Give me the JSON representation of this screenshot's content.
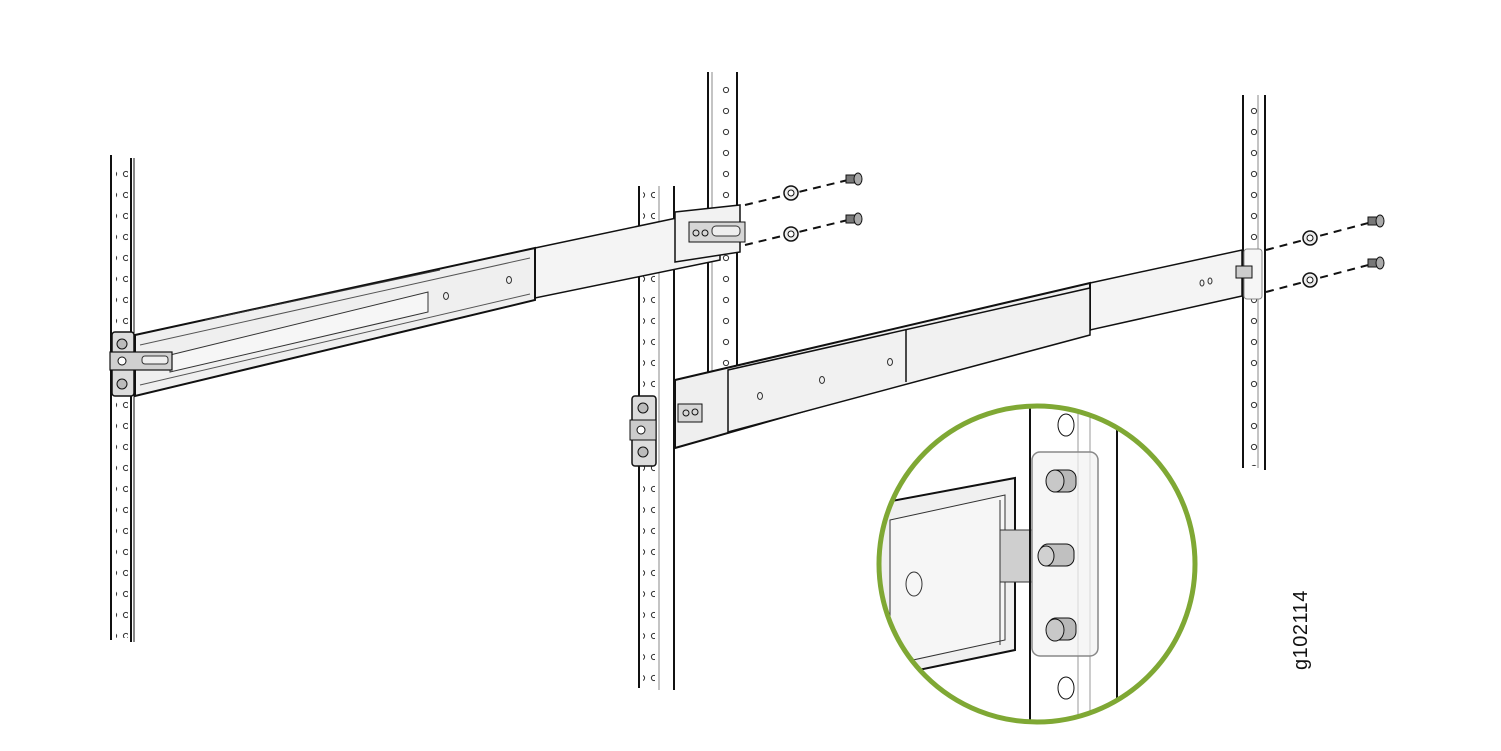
{
  "figure": {
    "id_label": "g102114",
    "subject": "Rack rail kit installation on four-post rack",
    "accent_color": "#7fa834",
    "line_color": "#111111",
    "fill_light": "#f2f2f2",
    "fill_mid": "#d9d9d9"
  },
  "components": {
    "posts": [
      "left-front-post",
      "center-front-post",
      "center-rear-post",
      "right-rear-post"
    ],
    "rails": [
      "left-rail-assembly",
      "right-rail-assembly"
    ],
    "hardware": [
      "screw",
      "washer",
      "screw",
      "washer",
      "screw",
      "washer",
      "screw",
      "washer"
    ],
    "callout": "detail-magnifier-circle"
  }
}
